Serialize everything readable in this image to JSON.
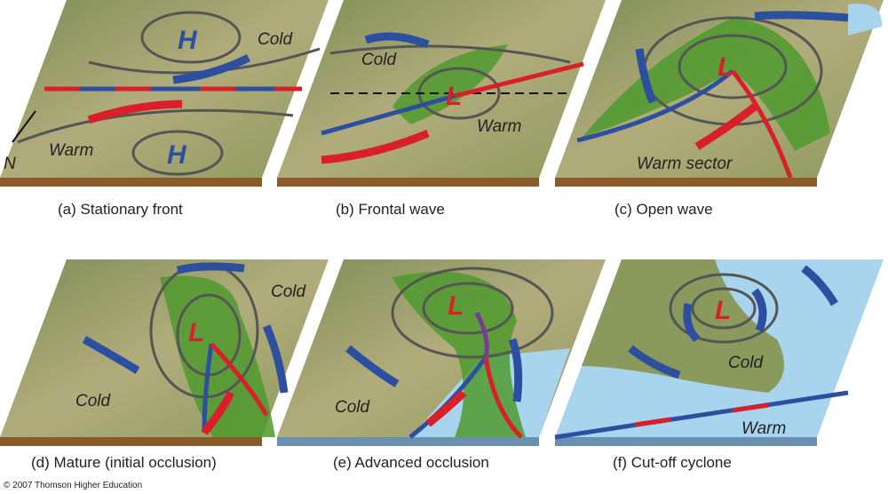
{
  "panels": [
    {
      "caption": "(a) Stationary front",
      "labels": [
        "Cold",
        "Warm"
      ],
      "symbols": [
        "H",
        "H"
      ],
      "north": "N"
    },
    {
      "caption": "(b) Frontal wave",
      "labels": [
        "Cold",
        "Warm"
      ],
      "symbols": [
        "L"
      ]
    },
    {
      "caption": "(c) Open wave",
      "labels": [
        "Warm sector"
      ],
      "symbols": [
        "L"
      ]
    },
    {
      "caption": "(d) Mature (initial occlusion)",
      "labels": [
        "Cold",
        "Cold"
      ],
      "symbols": [
        "L"
      ]
    },
    {
      "caption": "(e) Advanced occlusion",
      "labels": [
        "Cold"
      ],
      "symbols": [
        "L"
      ]
    },
    {
      "caption": "(f) Cut-off cyclone",
      "labels": [
        "Cold",
        "Warm"
      ],
      "symbols": [
        "L"
      ]
    }
  ],
  "copyright": "© 2007 Thomson Higher Education",
  "colors": {
    "land": "#a9a878",
    "green": "#4f9a2e",
    "water": "#a8d4ee",
    "cold": "#2d4fa0",
    "warm": "#d9202a",
    "isobar": "#555555",
    "base": "#8a5a2a"
  }
}
